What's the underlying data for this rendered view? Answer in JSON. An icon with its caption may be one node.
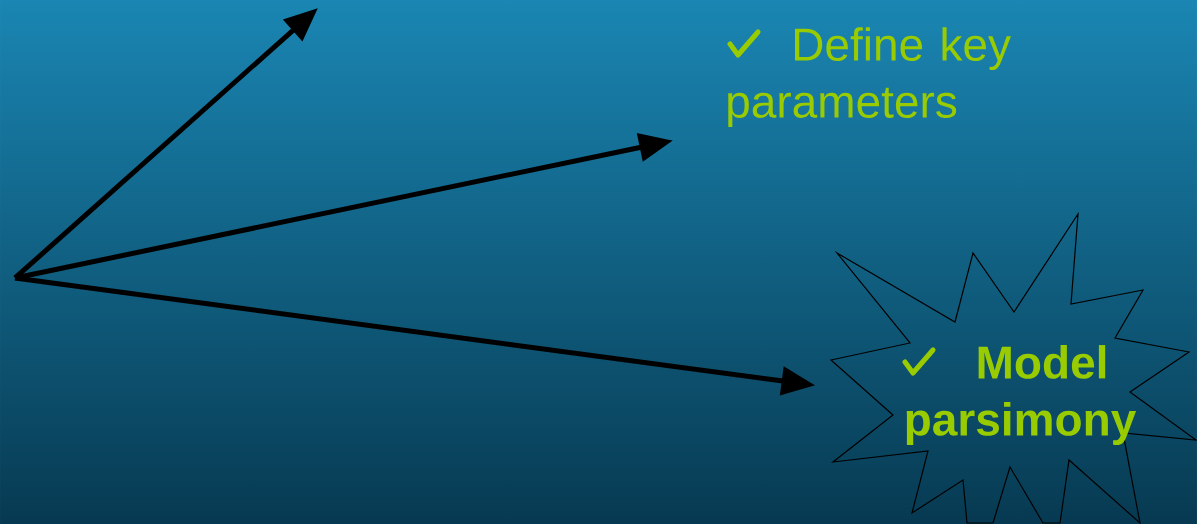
{
  "diagram": {
    "nodes": [
      {
        "text": [
          "Define key parameters"
        ]
      },
      {
        "text": [
          "Model parsimony"
        ]
      }
    ],
    "edges": [
      {
        "from": null,
        "to": 0,
        "arrow": "to"
      },
      {
        "from": null,
        "to": 1,
        "arrow": "to"
      }
    ]
  }
}
